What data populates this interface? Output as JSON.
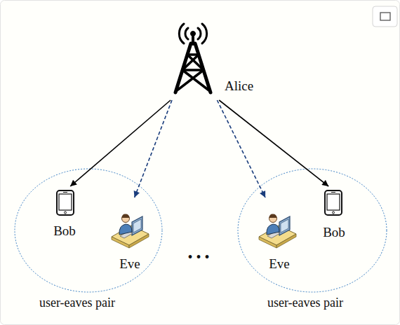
{
  "diagram": {
    "nodes": [
      {
        "text": [
          "Alice"
        ]
      },
      {
        "text": [
          "user-eaves pair"
        ]
      },
      {
        "text": [
          "Bob"
        ],
        "in": 1
      },
      {
        "text": [
          "Eve"
        ],
        "in": 1
      },
      {
        "text": [
          "user-eaves pair"
        ]
      },
      {
        "text": [
          "Eve"
        ],
        "in": 4
      },
      {
        "text": [
          "Bob"
        ],
        "in": 4
      }
    ],
    "edges": [
      {
        "from": 0,
        "to": 2,
        "arrow": "to"
      },
      {
        "from": 0,
        "to": 3,
        "arrow": "to"
      },
      {
        "from": 0,
        "to": 5,
        "arrow": "to"
      },
      {
        "from": 0,
        "to": 6,
        "arrow": "to"
      }
    ],
    "labels": [
      "• • •"
    ]
  }
}
